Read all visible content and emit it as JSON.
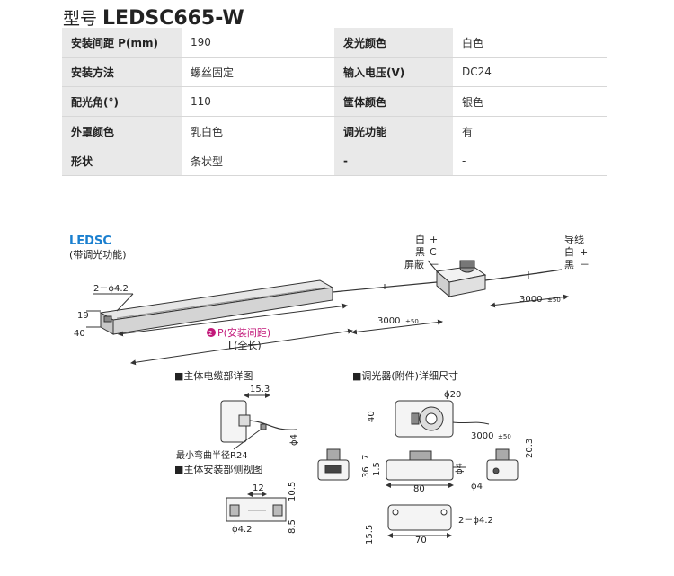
{
  "header": {
    "title_zh": "型号",
    "model": "LEDSC665-W"
  },
  "spec_rows": [
    [
      {
        "k": "安装间距 P(mm)",
        "v": "190"
      },
      {
        "k": "发光颜色",
        "v": "白色"
      }
    ],
    [
      {
        "k": "安装方法",
        "v": "螺丝固定"
      },
      {
        "k": "输入电压(V)",
        "v": "DC24"
      }
    ],
    [
      {
        "k": "配光角(°)",
        "v": "110"
      },
      {
        "k": "筐体颜色",
        "v": "银色"
      }
    ],
    [
      {
        "k": "外罩颜色",
        "v": "乳白色"
      },
      {
        "k": "调光功能",
        "v": "有"
      }
    ],
    [
      {
        "k": "形状",
        "v": "条状型"
      },
      {
        "k": "-",
        "v": "-"
      }
    ]
  ],
  "drawing": {
    "product_label": "LEDSC",
    "product_sub": "(带调光功能)",
    "dim_hole": "2－ϕ4.2",
    "dim_19": "19",
    "dim_40": "40",
    "pitch_num": "2",
    "pitch_label": "P(安装间距)",
    "length_label": "L(全长)",
    "cable_len_1": "3000",
    "cable_tol_1": "±50",
    "cable_len_2": "3000",
    "cable_tol_2": "±50",
    "wire_left": [
      "白",
      "黑",
      "屏蔽"
    ],
    "wire_left_sign": [
      "+",
      "C",
      "－"
    ],
    "wire_right_title": "导线",
    "wire_right": [
      "白",
      "黑"
    ],
    "wire_right_sign": [
      "+",
      "－"
    ],
    "sec_cable": "■主体电缆部详图",
    "sec_side": "■主体安装部侧视图",
    "sec_dimmer": "■调光器(附件)详细尺寸",
    "d_153": "15.3",
    "d_phi4": "ϕ4",
    "bend": "最小弯曲半径R24",
    "d_12": "12",
    "d_105": "10.5",
    "d_85": "8.5",
    "d_phi42": "ϕ4.2",
    "d_phi20": "ϕ20",
    "d_40b": "40",
    "d_3000c": "3000",
    "d_tol_c": "±50",
    "d_7": "7",
    "d_36": "36",
    "d_15": "1.5",
    "d_phi4b": "ϕ4",
    "d_80": "80",
    "d_203": "20.3",
    "d_phi4c": "ϕ4",
    "d_155": "15.5",
    "d_70": "70",
    "d_2phi42": "2－ϕ4.2"
  }
}
